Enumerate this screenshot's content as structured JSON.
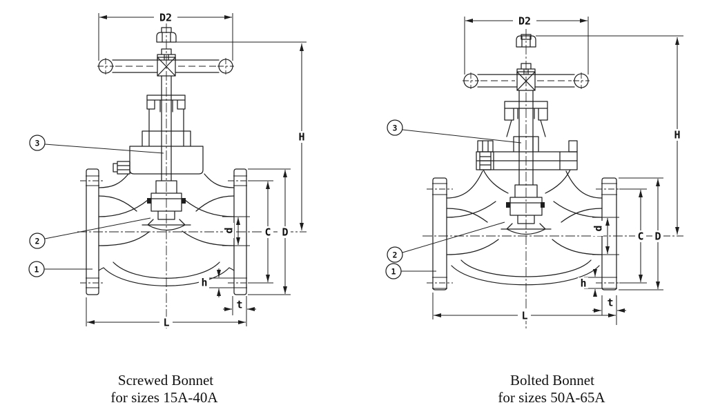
{
  "diagram": {
    "background": "#ffffff",
    "line_color": "#1e1e1e",
    "text_color": "#111111",
    "dimensions": {
      "d2": "D2",
      "h": "H",
      "c": "C",
      "d_outer": "D",
      "d_bore": "d",
      "h_hole": "h",
      "t_thickness": "t",
      "l_face_to_face": "L"
    },
    "callouts": {
      "c1": "1",
      "c2": "2",
      "c3": "3"
    },
    "left_valve": {
      "caption_line1": "Screwed Bonnet",
      "caption_line2": "for sizes 15A-40A"
    },
    "right_valve": {
      "caption_line1": "Bolted Bonnet",
      "caption_line2": "for sizes 50A-65A"
    }
  }
}
